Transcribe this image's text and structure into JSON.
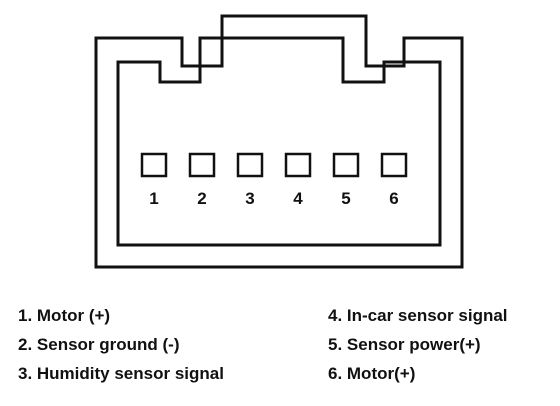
{
  "connector": {
    "pins": [
      "1",
      "2",
      "3",
      "4",
      "5",
      "6"
    ]
  },
  "legend": {
    "left": [
      "1. Motor (+)",
      "2. Sensor ground (-)",
      "3. Humidity sensor signal"
    ],
    "right": [
      "4. In-car sensor signal",
      "5. Sensor power(+)",
      "6. Motor(+)"
    ]
  }
}
